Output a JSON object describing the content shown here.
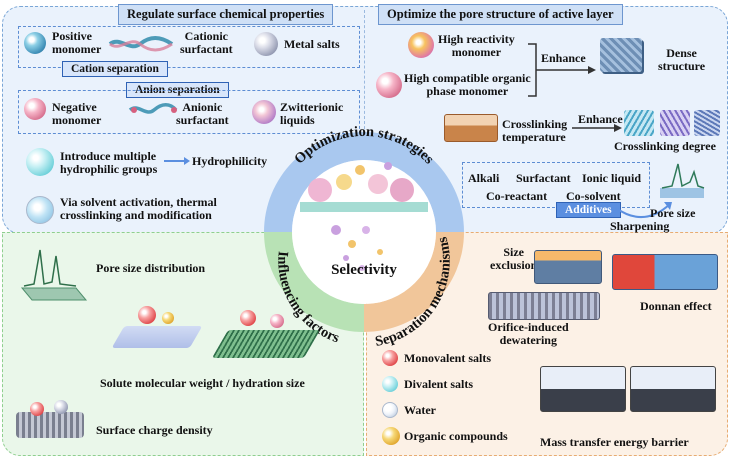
{
  "colors": {
    "top_panel_bg": "#eaf2fc",
    "bottom_left_bg": "#eaf7ea",
    "bottom_right_bg": "#fcf1e6",
    "ring_blue": "#a9c8ef",
    "ring_green": "#b8e2b5",
    "ring_orange": "#f1c69a",
    "tag_blue": "#5b8fe0"
  },
  "center": {
    "title": "Selectivity",
    "ring_top": "Optimization strategies",
    "ring_left": "Influencing factors",
    "ring_right": "Separation mechanisms"
  },
  "top_left": {
    "header": "Regulate surface chemical properties",
    "cation_items": [
      "Positive\nmonomer",
      "Cationic\nsurfactant",
      "Metal salts"
    ],
    "cation_tag": "Cation separation",
    "anion_tag": "Anion separation",
    "anion_items": [
      "Negative\nmonomer",
      "Anionic\nsurfactant",
      "Zwitterionic\nliquids"
    ],
    "hydrophilic_text": "Introduce multiple\nhydrophilic groups",
    "hydrophilic_result": "Hydrophilicity",
    "solvent_text": "Via solvent activation, thermal\ncrosslinking and modification"
  },
  "top_right": {
    "header": "Optimize the pore structure of active layer",
    "monomer_1": "High reactivity\nmonomer",
    "monomer_2": "High compatible organic\nphase monomer",
    "enhance_1": "Enhance",
    "dense": "Dense\nstructure",
    "crosslinking_temp": "Crosslinking\ntemperature",
    "enhance_2": "Enhance",
    "crosslinking_degree": "Crosslinking degree",
    "additives": [
      "Alkali",
      "Surfactant",
      "Ionic liquid",
      "Co-reactant",
      "Co-solvent"
    ],
    "additives_tag": "Additives",
    "sharpening": "Sharpening",
    "pore_size": "Pore size"
  },
  "bottom_left": {
    "pore_dist": "Pore size distribution",
    "solute": "Solute molecular weight / hydration size",
    "charge": "Surface charge density"
  },
  "bottom_right": {
    "size_exclusion": "Size\nexclusion",
    "donnan": "Donnan effect",
    "orifice": "Orifice-induced\ndewatering",
    "legend": [
      "Monovalent salts",
      "Divalent salts",
      "Water",
      "Organic compounds"
    ],
    "energy_barrier": "Mass transfer energy barrier"
  }
}
